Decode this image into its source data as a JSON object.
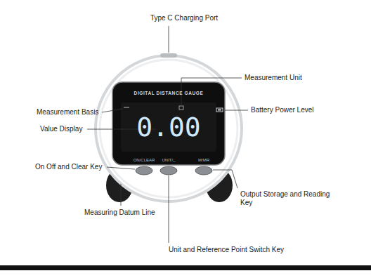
{
  "diagram": {
    "nodes": [
      {
        "text": [
          "DIGITAL DISTANCE GAUGE",
          "0.00"
        ]
      }
    ],
    "labels": [
      "Type C Charging Port",
      "Measurement Unit",
      "Measurement Basis",
      "Battery Power Level",
      "Value Display",
      "On Off and Clear Key",
      "Measuring Datum Line",
      "Output Storage and Reading Key",
      "Unit and Reference Point Switch Key",
      "ON/CLEAR",
      "UNIT/_",
      "M/MR"
    ]
  }
}
